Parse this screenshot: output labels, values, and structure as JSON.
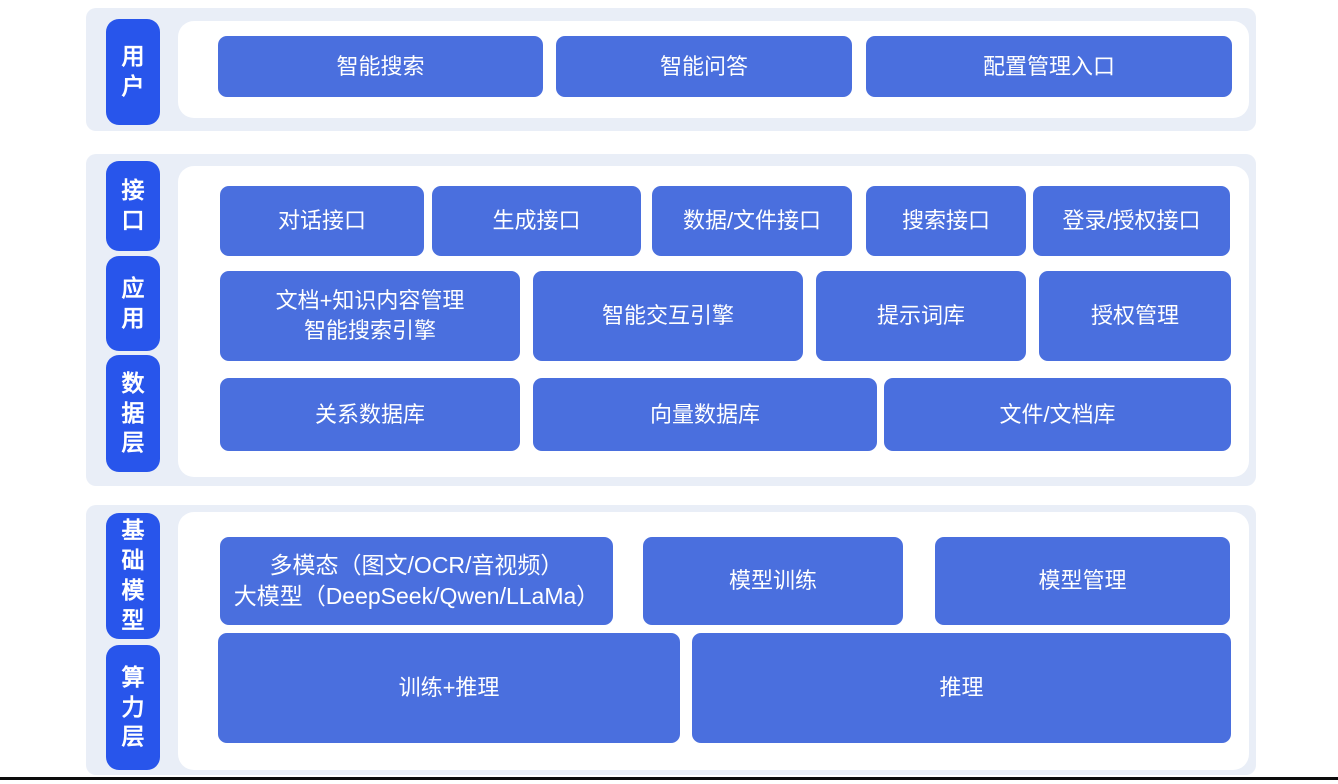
{
  "colors": {
    "label_blue": "#2855EB",
    "node_blue": "#4A6FDE",
    "section_bg": "#E9EEF7",
    "page_bg": "#ffffff",
    "text_white": "#ffffff"
  },
  "user_layer": {
    "label": "用户",
    "buttons": [
      "智能搜索",
      "智能问答",
      "配置管理入口"
    ]
  },
  "middle_block": {
    "interface_layer": {
      "label": "接口",
      "buttons": [
        "对话接口",
        "生成接口",
        "数据/文件接口",
        "搜索接口",
        "登录/授权接口"
      ]
    },
    "application_layer": {
      "label": "应用",
      "buttons": [
        "文档+知识内容管理\n智能搜索引擎",
        "智能交互引擎",
        "提示词库",
        "授权管理"
      ]
    },
    "data_layer": {
      "label": "数据层",
      "buttons": [
        "关系数据库",
        "向量数据库",
        "文件/文档库"
      ]
    }
  },
  "bottom_block": {
    "model_layer": {
      "label": "基础模型",
      "buttons": [
        "多模态（图文/OCR/音视频）\n大模型（DeepSeek/Qwen/LLaMa）",
        "模型训练",
        "模型管理"
      ]
    },
    "compute_layer": {
      "label": "算力层",
      "buttons": [
        "训练+推理",
        "推理"
      ]
    }
  }
}
